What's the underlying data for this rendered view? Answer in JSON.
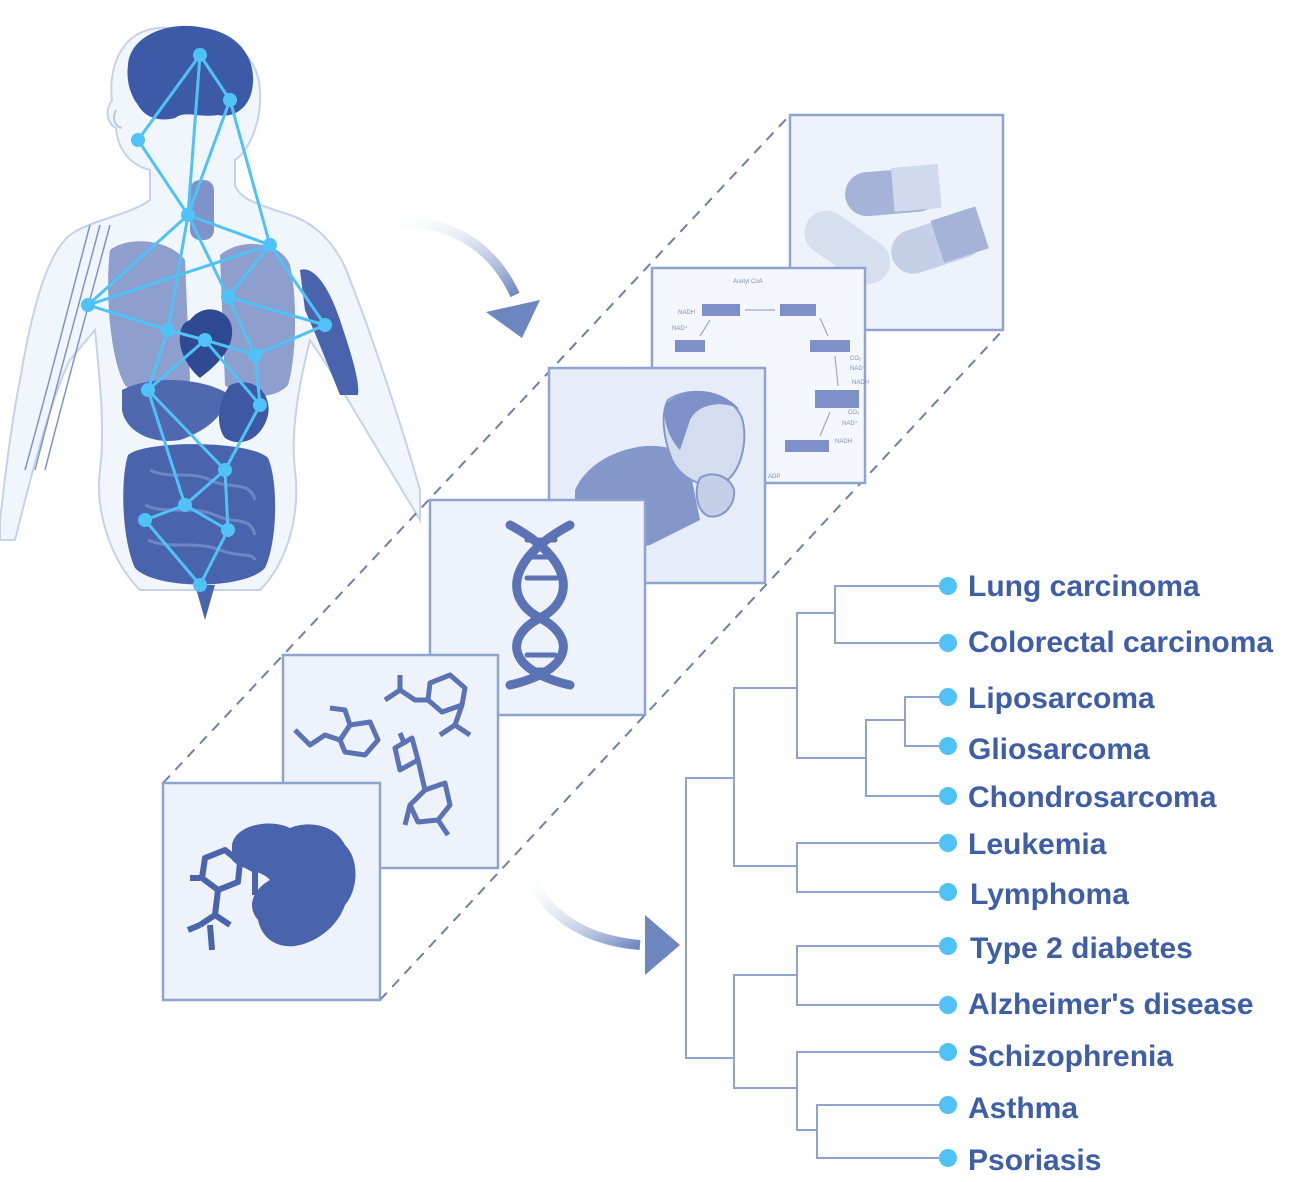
{
  "colors": {
    "accent": "#4fc3f7",
    "primary": "#5b72b5",
    "panel_fill": "#eef3fb",
    "panel_stroke": "#8fa3cf",
    "label": "#3f5ea8"
  },
  "panels": [
    {
      "name": "protein-ligand-panel",
      "icon": "protein-icon"
    },
    {
      "name": "chemical-structures-panel",
      "icon": "molecule-icon"
    },
    {
      "name": "dna-panel",
      "icon": "dna-icon"
    },
    {
      "name": "patient-symptom-panel",
      "icon": "coughing-person-icon"
    },
    {
      "name": "metabolic-pathway-panel",
      "icon": "pathway-icon"
    },
    {
      "name": "drugs-panel",
      "icon": "capsule-icon"
    }
  ],
  "pathway_labels": {
    "top": "Acetyl CoA",
    "nadh": "NADH",
    "nad": "NAD⁺",
    "co2": "CO₂",
    "adp": "ADP"
  },
  "dendrogram": {
    "leaves": [
      "Lung carcinoma",
      "Colorectal carcinoma",
      "Liposarcoma",
      "Gliosarcoma",
      "Chondrosarcoma",
      "Leukemia",
      "Lymphoma",
      "Type 2 diabetes",
      "Alzheimer's disease",
      "Schizophrenia",
      "Asthma",
      "Psoriasis"
    ]
  }
}
